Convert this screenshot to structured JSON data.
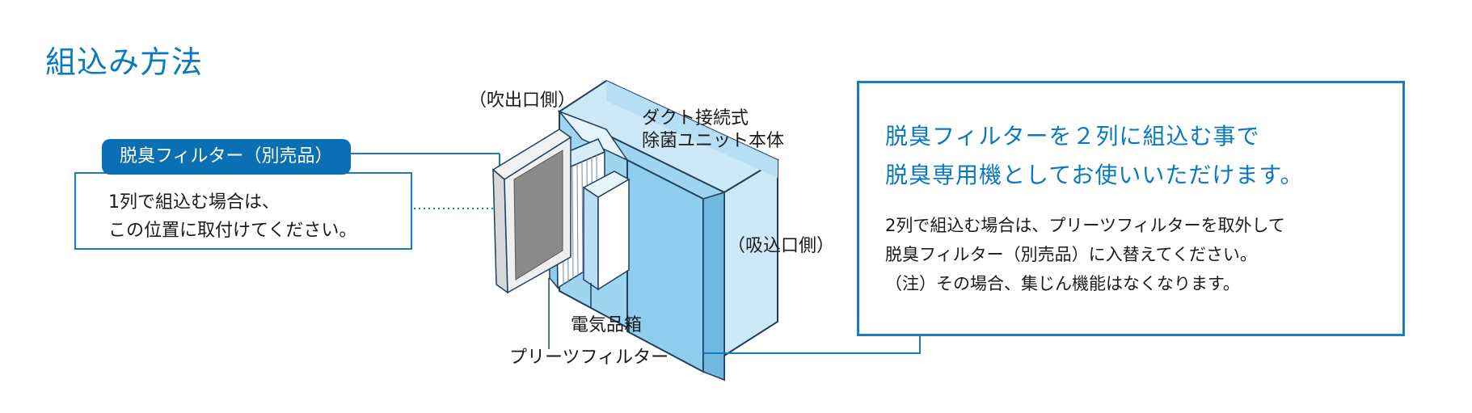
{
  "title": "組込み方法",
  "left_callout": {
    "tag": "脱臭フィルター（別売品）",
    "line1": "1列で組込む場合は、",
    "line2": "この位置に取付けてください。"
  },
  "labels": {
    "outlet": "（吹出口側）",
    "unit_line1": "ダクト接続式",
    "unit_line2": "除菌ユニット本体",
    "inlet": "（吸込口側）",
    "electrical_box": "電気品箱",
    "pleats_filter": "プリーツフィルター"
  },
  "right_box": {
    "heading1": "脱臭フィルターを２列に組込む事で",
    "heading2": "脱臭専用機としてお使いいただけます。",
    "body1": "2列で組込む場合は、プリーツフィルターを取外して",
    "body2": "脱臭フィルター（別売品）に入替えてください。",
    "body3": "（注）その場合、集じん機能はなくなります。"
  },
  "colors": {
    "accent": "#0a79bf",
    "frame": "#1b7dc1",
    "unit_light": "#cde9f8",
    "unit_mid": "#9fd5f1",
    "unit_dark": "#1f3f5c"
  }
}
